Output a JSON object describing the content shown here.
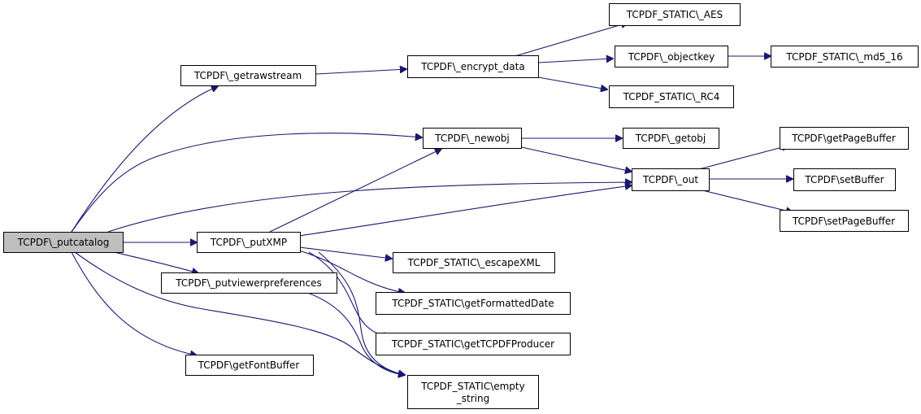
{
  "colors": {
    "edge": "#191970",
    "root_fill": "#bfbfbf",
    "node_fill": "#ffffff",
    "node_stroke": "#000000"
  },
  "nodes": {
    "putcatalog": "TCPDF\\_putcatalog",
    "getrawstream": "TCPDF\\_getrawstream",
    "encrypt_data": "TCPDF\\_encrypt_data",
    "aes": "TCPDF_STATIC\\_AES",
    "objectkey": "TCPDF\\_objectkey",
    "md5_16": "TCPDF_STATIC\\_md5_16",
    "rc4": "TCPDF_STATIC\\_RC4",
    "newobj": "TCPDF\\_newobj",
    "getobj": "TCPDF\\_getobj",
    "out": "TCPDF\\_out",
    "getpagebuffer": "TCPDF\\getPageBuffer",
    "setbuffer": "TCPDF\\setBuffer",
    "setpagebuffer": "TCPDF\\setPageBuffer",
    "putxmp": "TCPDF\\_putXMP",
    "escapexml": "TCPDF_STATIC\\_escapeXML",
    "putviewerpreferences": "TCPDF\\_putviewerpreferences",
    "getformatteddate": "TCPDF_STATIC\\getFormattedDate",
    "gettcpdfproducer": "TCPDF_STATIC\\getTCPDFProducer",
    "getfontbuffer": "TCPDF\\getFontBuffer",
    "empty_string_line1": "TCPDF_STATIC\\empty",
    "empty_string_line2": "_string"
  }
}
